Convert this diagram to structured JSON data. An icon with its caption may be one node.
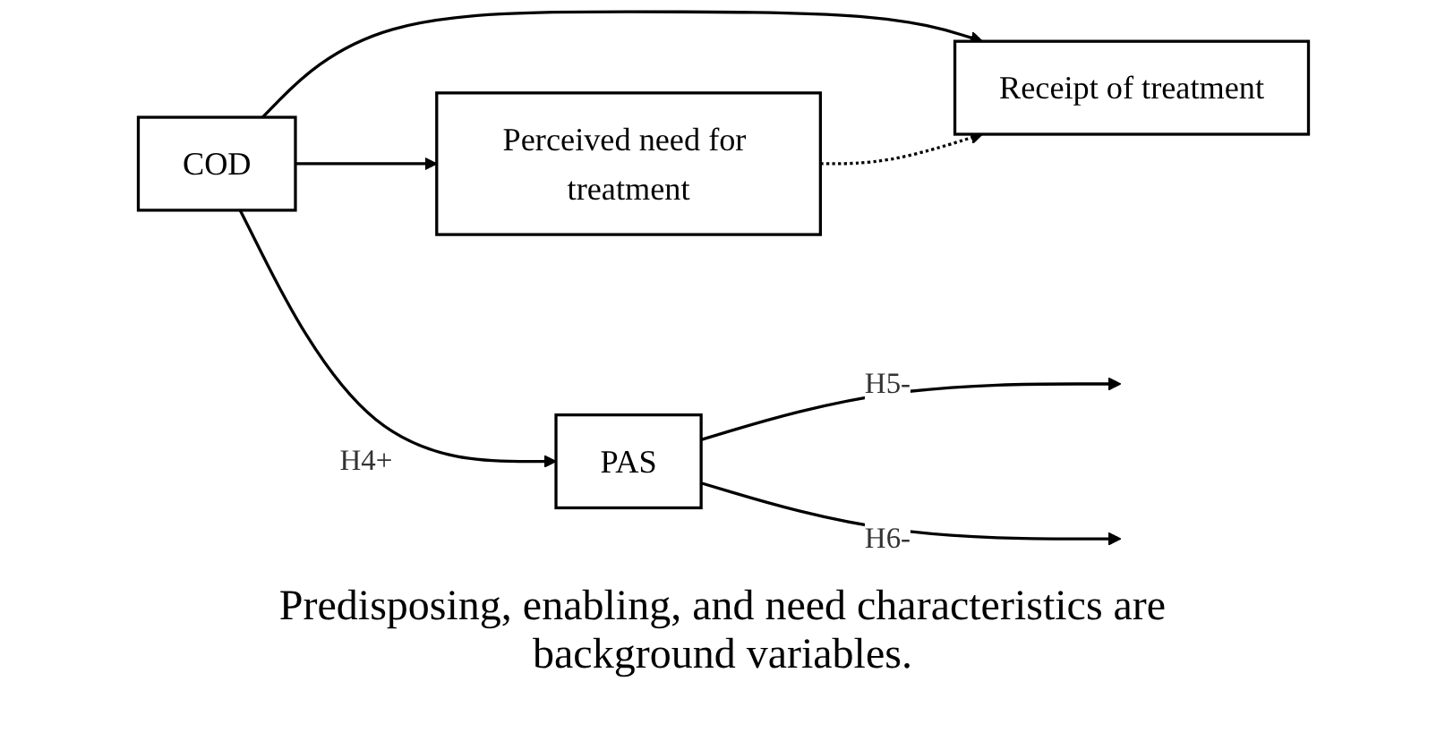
{
  "diagram": {
    "caption": "Predisposing, enabling, and need characteristics are background variables.",
    "nodes": [
      {
        "text": [
          "COD"
        ]
      },
      {
        "text": [
          "Perceived need for treatment"
        ]
      },
      {
        "text": [
          "PAS"
        ]
      },
      {
        "text": [
          "Receipt of treatment"
        ]
      }
    ],
    "edges": [
      {
        "from": 0,
        "to": 1,
        "arrow": "to"
      },
      {
        "from": 0,
        "to": 2,
        "label": "H4+",
        "arrow": "to"
      },
      {
        "from": 0,
        "to": 3,
        "arrow": "to"
      },
      {
        "from": 1,
        "to": 3,
        "arrow": "to",
        "style": "dashed"
      },
      {
        "from": 2,
        "to": null,
        "label": "H5-",
        "arrow": "to"
      },
      {
        "from": 2,
        "to": null,
        "label": "H6-",
        "arrow": "to"
      }
    ]
  }
}
